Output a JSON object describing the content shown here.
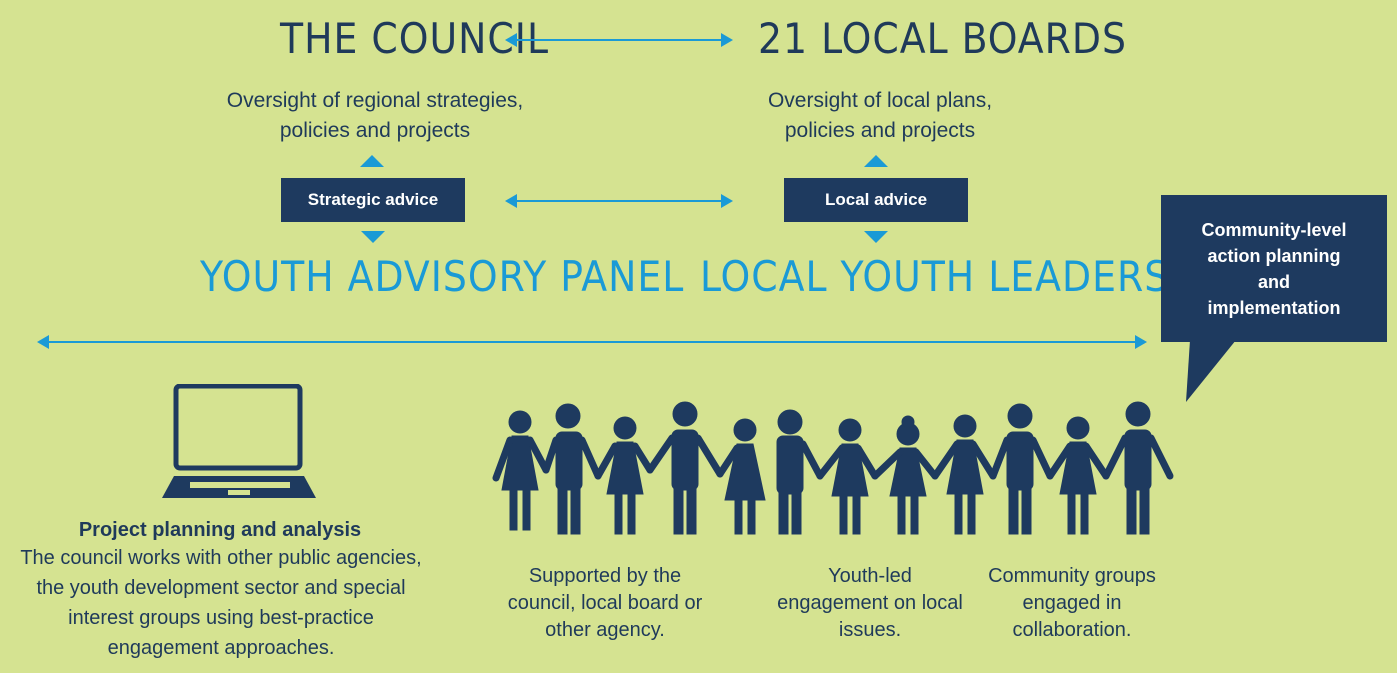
{
  "top": {
    "council_title": "THE COUNCIL",
    "boards_title": "21 LOCAL BOARDS",
    "council_desc": "Oversight of regional strategies, policies and projects",
    "boards_desc": "Oversight of local plans, policies and projects"
  },
  "middle": {
    "strategic_label": "Strategic advice",
    "local_label": "Local advice",
    "panel_title": "YOUTH ADVISORY PANEL",
    "leadership_title": "LOCAL YOUTH LEADERSHIP"
  },
  "callout": {
    "text": "Community-level action planning and implementation"
  },
  "left": {
    "heading": "Project planning and analysis",
    "body": "The council works with other public agencies, the youth development sector and special interest groups using best-practice engagement approaches."
  },
  "captions": [
    "Supported by the council, local board or other agency.",
    "Youth-led engagement on local issues.",
    "Community groups engaged in collaboration."
  ],
  "colors": {
    "background": "#d5e391",
    "navy": "#1e3a5f",
    "blue": "#1a9ad6"
  },
  "icons": [
    "double-arrow-icon",
    "laptop-icon",
    "people-icon",
    "triangle-icon"
  ]
}
